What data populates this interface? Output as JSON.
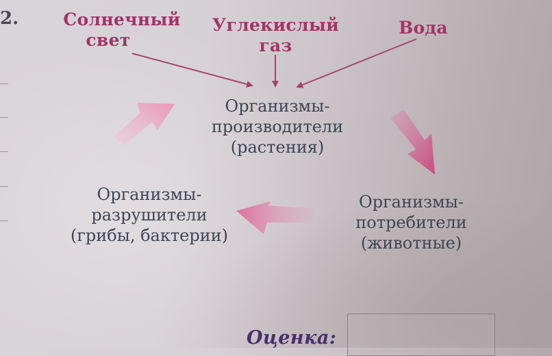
{
  "page": {
    "item_number": "2.",
    "grade_label": "Оценка:"
  },
  "inputs": [
    {
      "line1": "Солнечный",
      "line2": "свет"
    },
    {
      "line1": "Углекислый",
      "line2": "газ"
    },
    {
      "line1": "Вода",
      "line2": ""
    }
  ],
  "nodes": {
    "producers": {
      "line1": "Организмы-",
      "line2": "производители",
      "line3": "(растения)"
    },
    "consumers": {
      "line1": "Организмы-",
      "line2": "потребители",
      "line3": "(животные)"
    },
    "decomposers": {
      "line1": "Организмы-",
      "line2": "разрушители",
      "line3": "(грибы, бактерии)"
    }
  },
  "colors": {
    "input_text": "#a33466",
    "node_text": "#3f4550",
    "cycle_arrow": "#e07aa3",
    "input_arrow": "#a3446a",
    "grade_text": "#4a2e6e"
  }
}
